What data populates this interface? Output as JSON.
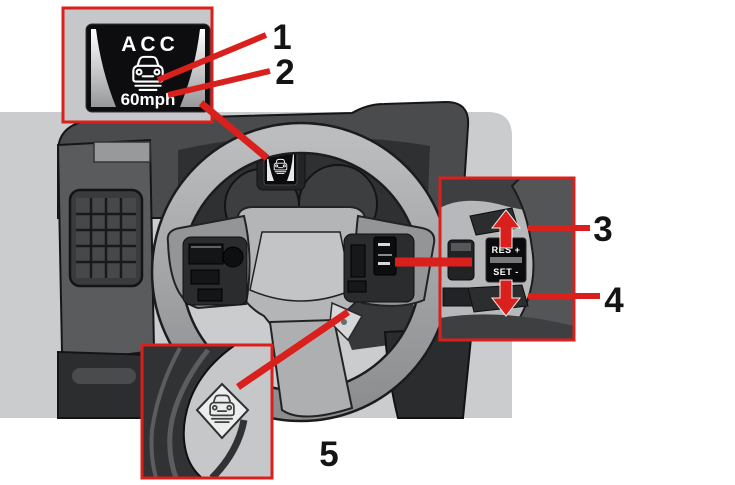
{
  "colors": {
    "callout_red": "#d9201d",
    "backdrop_gray": "#cbcccd",
    "display_black": "#0d0d0f",
    "display_text": "#ffffff",
    "label_black": "#141414"
  },
  "cluster_display": {
    "title": "ACC",
    "speed": "60mph",
    "icon": "acc-car-radar-icon"
  },
  "wheel_controls": {
    "res_button": "RES +",
    "set_button": "SET -",
    "increase_icon": "red-up-arrow-icon",
    "decrease_icon": "red-down-arrow-icon"
  },
  "stalk": {
    "icon": "acc-car-radar-icon"
  },
  "callouts": [
    {
      "label": "1"
    },
    {
      "label": "2"
    },
    {
      "label": "3"
    },
    {
      "label": "4"
    },
    {
      "label": "5"
    }
  ]
}
